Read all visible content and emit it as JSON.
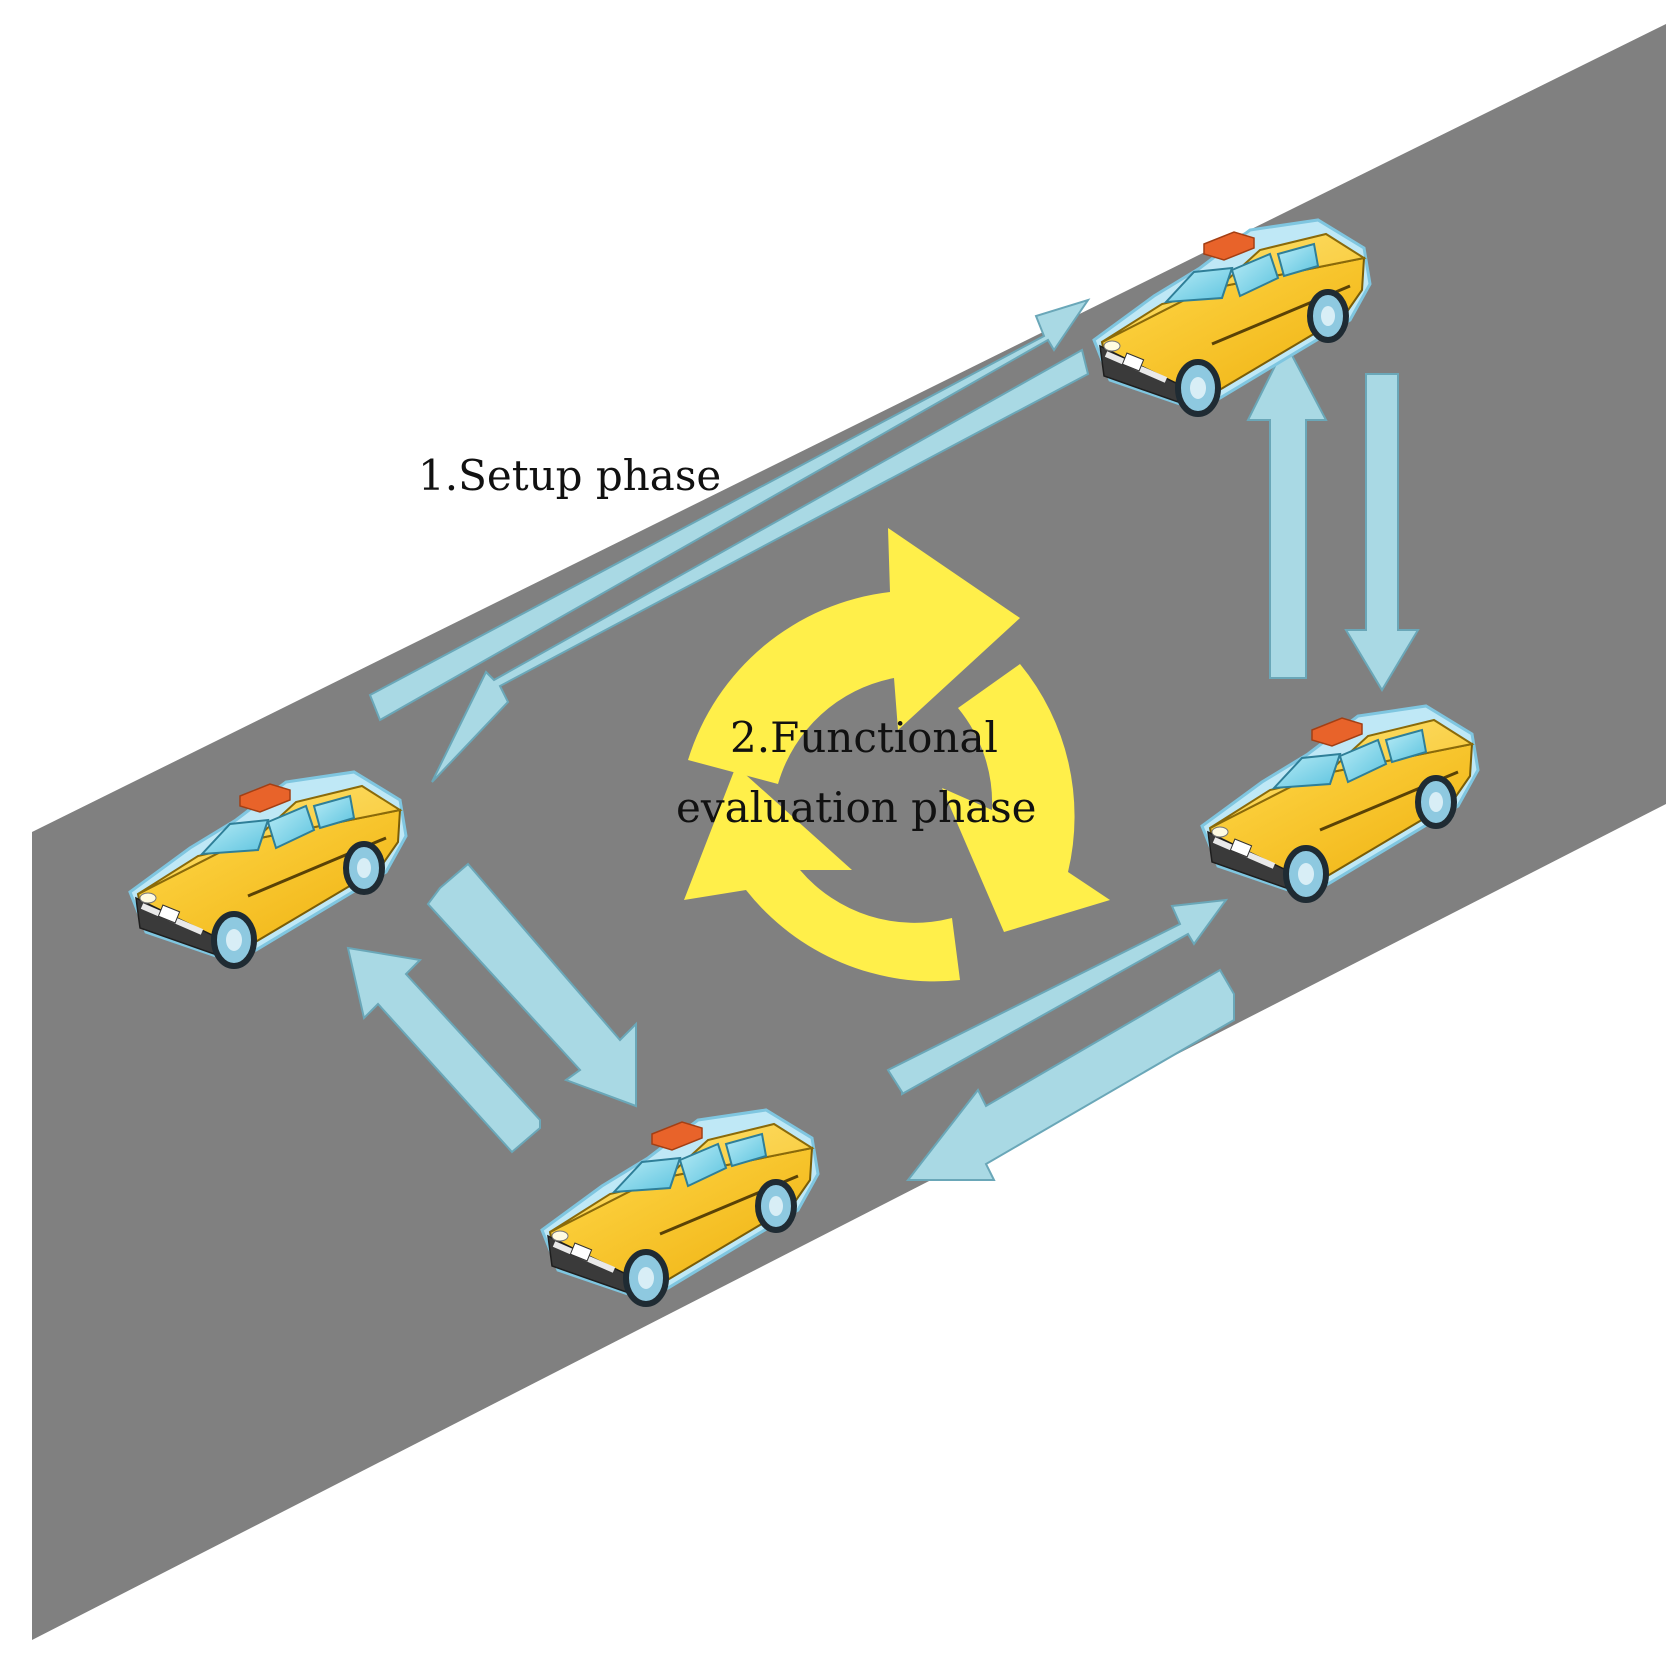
{
  "diagram": {
    "labels": {
      "setup_phase": "1.Setup phase",
      "functional_line1": "2.Functional",
      "functional_line2": "evaluation phase"
    },
    "nodes": [
      {
        "id": "taxi-left",
        "type": "taxi"
      },
      {
        "id": "taxi-bottom",
        "type": "taxi"
      },
      {
        "id": "taxi-top-right",
        "type": "taxi"
      },
      {
        "id": "taxi-right",
        "type": "taxi"
      }
    ],
    "links": [
      {
        "from": "taxi-left",
        "to": "taxi-top-right"
      },
      {
        "from": "taxi-top-right",
        "to": "taxi-left"
      },
      {
        "from": "taxi-top-right",
        "to": "taxi-right"
      },
      {
        "from": "taxi-right",
        "to": "taxi-top-right"
      },
      {
        "from": "taxi-left",
        "to": "taxi-bottom"
      },
      {
        "from": "taxi-bottom",
        "to": "taxi-left"
      },
      {
        "from": "taxi-bottom",
        "to": "taxi-right"
      },
      {
        "from": "taxi-right",
        "to": "taxi-bottom"
      }
    ],
    "colors": {
      "road": "#808080",
      "link_arrow": "#a9d9e4",
      "link_arrow_outline": "#6aa7b8",
      "cycle_arrow": "#ffef4a",
      "taxi_body": "#f7c326",
      "taxi_window": "#8fd8ec",
      "taxi_roof_sign": "#e8632a"
    }
  }
}
